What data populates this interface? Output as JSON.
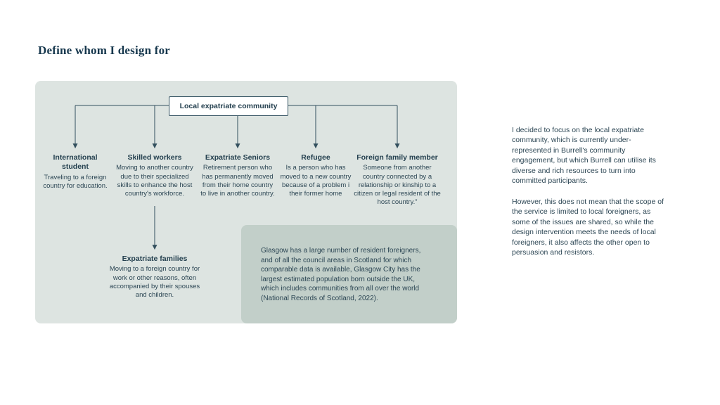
{
  "page": {
    "title": "Define whom I design for"
  },
  "diagram": {
    "root": {
      "label": "Local expatriate community"
    },
    "children": [
      {
        "title": "International student",
        "desc": "Traveling to a foreign country for education."
      },
      {
        "title": "Skilled workers",
        "desc": "Moving to another country due to their specialized skills to enhance the host country's workforce."
      },
      {
        "title": "Expatriate Seniors",
        "desc": "Retirement person who has permanently moved from their home country to live in another country."
      },
      {
        "title": "Refugee",
        "desc": "Is a person who has moved to a new country because of a problem i their former home"
      },
      {
        "title": "Foreign family member",
        "desc": "Someone from another country connected by a relationship or kinship to a citizen or legal resident of the host country.”"
      }
    ],
    "sub_child": {
      "title": "Expatriate families",
      "desc": "Moving to a foreign country for work or other reasons, often accompanied by their spouses and children."
    },
    "note": "Glasgow has a large number of resident foreigners, and of all the council areas in Scotland for which comparable data is available, Glasgow City has the largest estimated population born outside the UK, which includes communities from all over the world (National Records of Scotland, 2022)."
  },
  "commentary": {
    "para1": "I decided to focus on the local expatriate community, which is currently under-represented in Burrell's community engagement, but which Burrell can utilise its diverse and rich resources to turn into committed participants.",
    "para2": "However, this does not mean that the scope of the service is limited to local foreigners, as some of the issues are shared, so while the design intervention meets the needs of local foreigners, it also affects the other open to persuasion and resistors."
  },
  "colors": {
    "panel_bg": "#dde4e1",
    "note_bg": "#c2cfc9",
    "line": "#33505e",
    "text": "#2c4654",
    "title": "#16374d"
  }
}
